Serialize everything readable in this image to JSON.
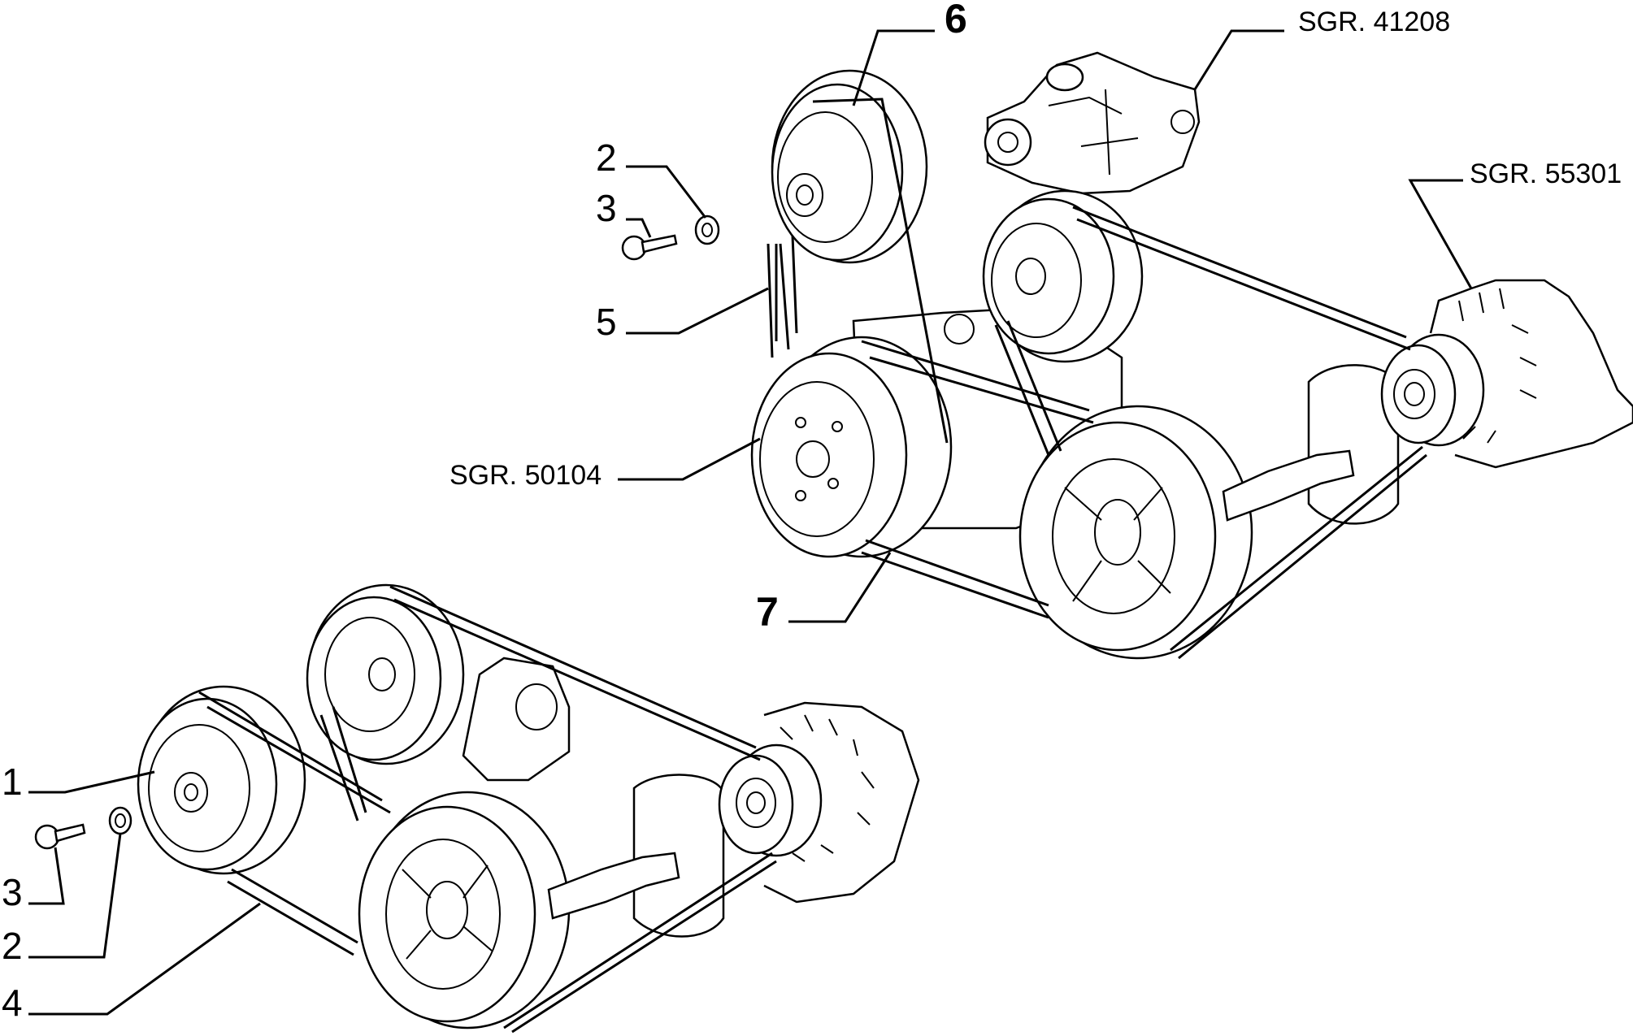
{
  "labels": {
    "top_6": "6",
    "top_2": "2",
    "top_3": "3",
    "top_5": "5",
    "top_7": "7",
    "sgr_41208": "SGR. 41208",
    "sgr_55301": "SGR. 55301",
    "sgr_50104": "SGR. 50104",
    "bot_1": "1",
    "bot_3": "3",
    "bot_2": "2",
    "bot_4": "4"
  }
}
